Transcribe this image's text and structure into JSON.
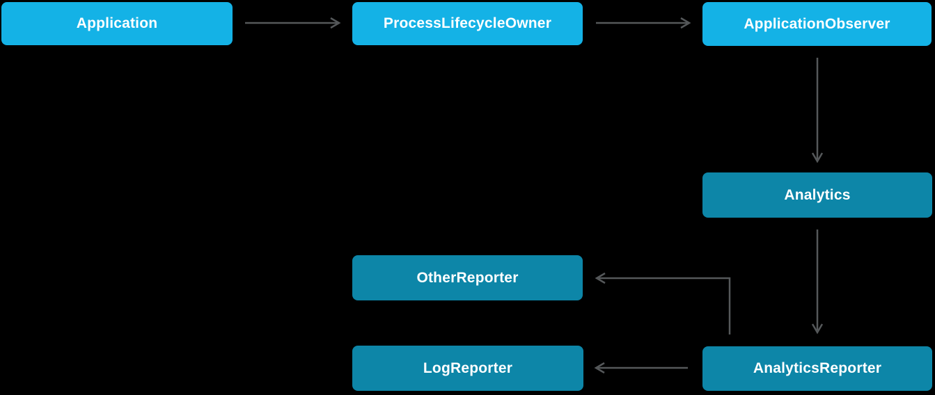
{
  "colors": {
    "bg": "#000000",
    "box_light": "#14b2e6",
    "box_dark": "#0d86a8",
    "arrow": "#55585a",
    "label": "#ffffff"
  },
  "nodes": {
    "application": {
      "label": "Application",
      "variant": "light"
    },
    "process_lifecycle_owner": {
      "label": "ProcessLifecycleOwner",
      "variant": "light"
    },
    "application_observer": {
      "label": "ApplicationObserver",
      "variant": "light"
    },
    "analytics": {
      "label": "Analytics",
      "variant": "dark"
    },
    "other_reporter": {
      "label": "OtherReporter",
      "variant": "dark"
    },
    "log_reporter": {
      "label": "LogReporter",
      "variant": "dark"
    },
    "analytics_reporter": {
      "label": "AnalyticsReporter",
      "variant": "dark"
    }
  },
  "edges": [
    {
      "from": "Application",
      "to": "ProcessLifecycleOwner",
      "direction": "right"
    },
    {
      "from": "ProcessLifecycleOwner",
      "to": "ApplicationObserver",
      "direction": "right"
    },
    {
      "from": "ApplicationObserver",
      "to": "Analytics",
      "direction": "down"
    },
    {
      "from": "Analytics",
      "to": "AnalyticsReporter",
      "direction": "down"
    },
    {
      "from": "AnalyticsReporter",
      "to": "OtherReporter",
      "direction": "left-elbow"
    },
    {
      "from": "AnalyticsReporter",
      "to": "LogReporter",
      "direction": "left"
    }
  ]
}
